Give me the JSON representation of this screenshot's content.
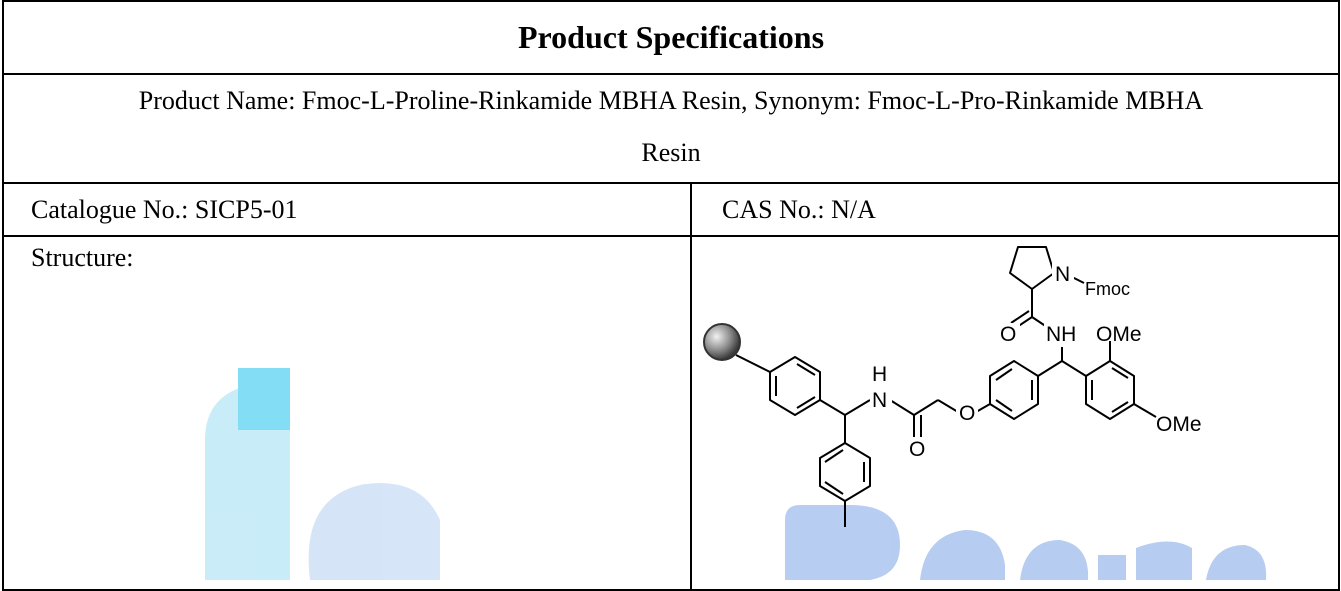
{
  "document": {
    "title": "Product Specifications",
    "product_name_line1": "Product Name: Fmoc-L-Proline-Rinkamide MBHA Resin, Synonym: Fmoc-L-Pro-Rinkamide MBHA",
    "product_name_line2": "Resin",
    "catalogue": "Catalogue No.: SICP5-01",
    "cas": "CAS No.: N/A",
    "structure_label": "Structure:"
  },
  "structure": {
    "labels": {
      "n_fmoc": "N",
      "fmoc": "Fmoc",
      "nh_top": "NH",
      "ome_top": "OMe",
      "ome_right": "OMe",
      "o_carbonyl_top": "O",
      "h_amide": "H",
      "n_amide": "N",
      "o_ether": "O",
      "o_carbonyl_bottom": "O"
    }
  },
  "watermark": {
    "brand_colors": [
      "#66d9f2",
      "#9db4ec"
    ]
  }
}
